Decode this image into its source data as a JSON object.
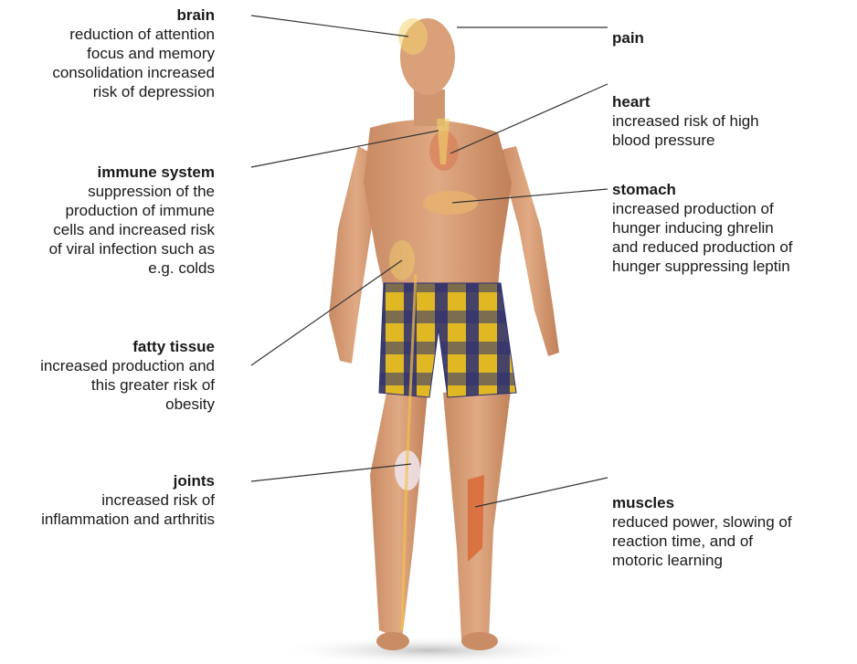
{
  "left_labels": [
    {
      "title": "brain",
      "desc": "reduction of attention\nfocus and memory\nconsolidation increased\nrisk of depression"
    },
    {
      "title": "immune system",
      "desc": "suppression of the\nproduction of immune\ncells and increased risk\nof viral infection such as\ne.g. colds"
    },
    {
      "title": "fatty tissue",
      "desc": "increased production and\nthis greater risk of\nobesity"
    },
    {
      "title": "joints",
      "desc": "increased risk of\ninflammation and arthritis"
    }
  ],
  "right_labels": [
    {
      "title": "pain",
      "desc": ""
    },
    {
      "title": "heart",
      "desc": "increased risk of high\nblood pressure"
    },
    {
      "title": "stomach",
      "desc": "increased production of\nhunger inducing ghrelin\nand reduced production of\nhunger suppressing leptin"
    },
    {
      "title": "muscles",
      "desc": "reduced power, slowing of\nreaction time, and of\nmotoric learning"
    }
  ],
  "colors": {
    "skin": "#d9a07a",
    "skin_shadow": "#b97d58",
    "shorts_yellow": "#e0b824",
    "shorts_blue": "#2b2f73",
    "highlight": "#f2d36b",
    "leader_line": "#333333"
  }
}
